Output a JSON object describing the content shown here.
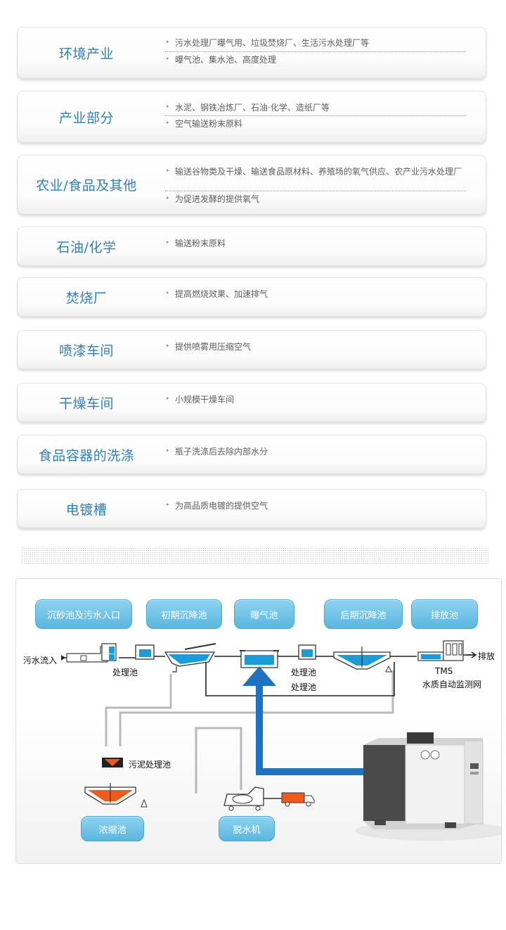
{
  "categories": [
    {
      "title": "环境产业",
      "lines": [
        "污水处理厂曝气用、垃圾焚烧厂、生活污水处理厂等",
        "曝气池、集水池、高度处理"
      ]
    },
    {
      "title": "产业部分",
      "lines": [
        "水泥、钢铁冶炼厂、石油·化学、造纸厂等",
        "空气输送粉末原料"
      ]
    },
    {
      "title": "农业/食品及其他",
      "lines": [
        "输送谷物类及干燥、输送食品原材料、养殖场的氧气供应、农产业污水处理厂",
        "为促进发酵的提供氧气"
      ]
    },
    {
      "title": "石油/化学",
      "lines": [
        "输送粉末原料"
      ]
    },
    {
      "title": "焚烧厂",
      "lines": [
        "提高燃烧效果、加速排气"
      ]
    },
    {
      "title": "喷漆车间",
      "lines": [
        "提供喷雾用压缩空气"
      ]
    },
    {
      "title": "干燥车间",
      "lines": [
        "小规模干燥车间"
      ]
    },
    {
      "title": "食品容器的洗涤",
      "lines": [
        "瓶子洗涤后去除内部水分"
      ]
    },
    {
      "title": "电镀槽",
      "lines": [
        "为高品质电镀的提供空气"
      ]
    }
  ],
  "diagram": {
    "stages": [
      "沉砂池及污水入口",
      "初期沉降池",
      "曝气池",
      "后期沉降池",
      "排放池"
    ],
    "labels": {
      "inflow": "污水流入",
      "treat1": "处理池",
      "treat2": "处理池",
      "treat3": "处理池",
      "discharge": "排放",
      "tms": "TMS",
      "tms_desc": "水质自动监测网",
      "sludge": "污泥处理池"
    },
    "bottom_stages": [
      "浓缩池",
      "脱水机"
    ],
    "colors": {
      "water": "#1b9bd8",
      "arrow": "#1f72c0",
      "sludge": "#f05a1a",
      "pill": "#6cc3e7"
    }
  }
}
